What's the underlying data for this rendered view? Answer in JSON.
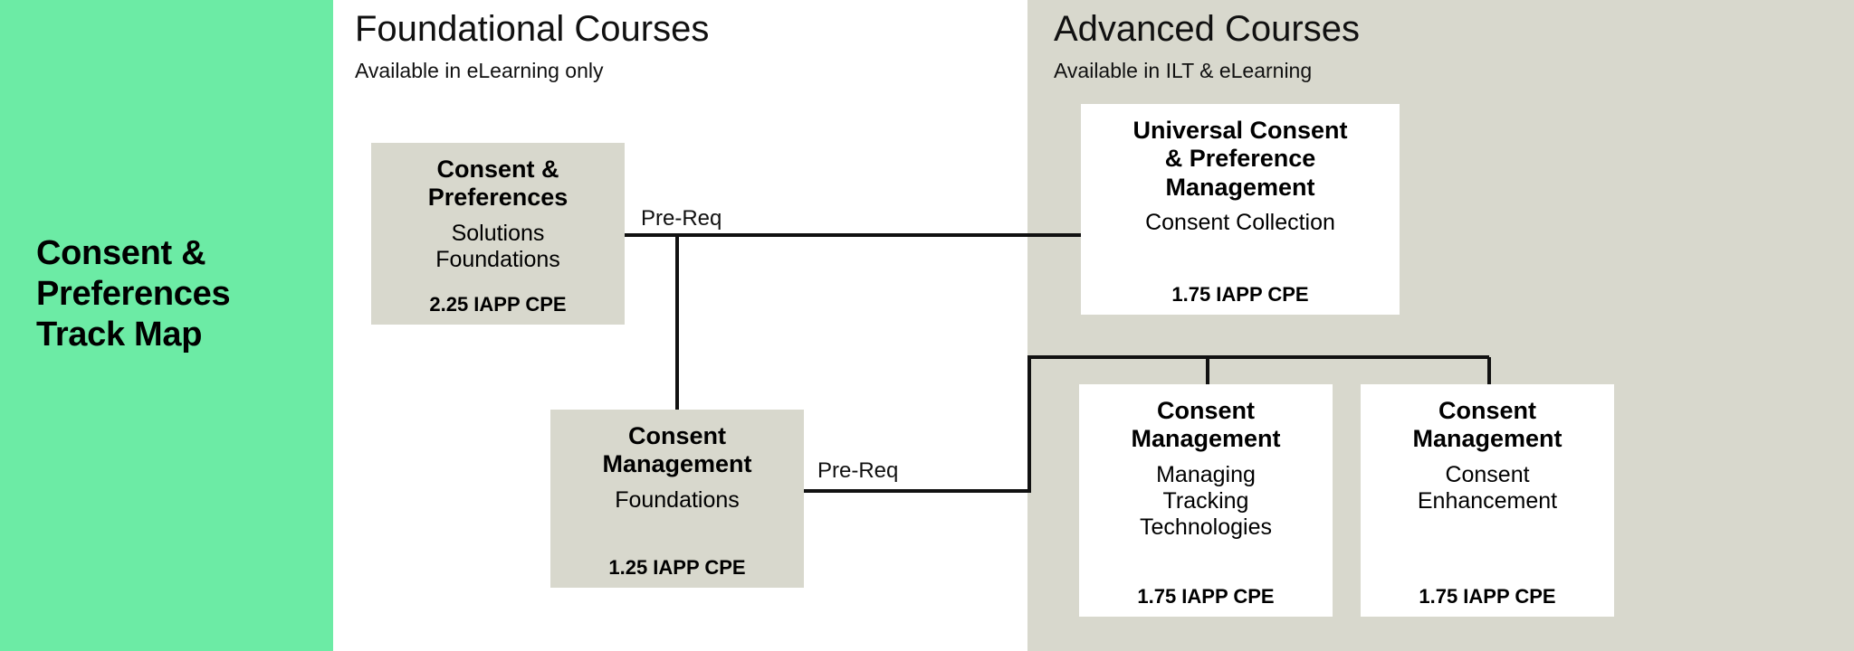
{
  "title_panel": {
    "title": "Consent &\nPreferences\nTrack Map",
    "background_color": "#6CEBA5"
  },
  "columns": [
    {
      "id": "foundational",
      "title": "Foundational Courses",
      "subtitle": "Available in eLearning only",
      "background_color": "#FFFFFF"
    },
    {
      "id": "advanced",
      "title": "Advanced Courses",
      "subtitle": "Available in ILT & eLearning",
      "background_color": "#D8D8CD"
    }
  ],
  "courses": [
    {
      "id": "cp-foundations",
      "column": "foundational",
      "title": "Consent &\nPreferences",
      "subtitle": "Solutions\nFoundations",
      "cpe": "2.25 IAPP CPE",
      "box_color": "#D8D8CD"
    },
    {
      "id": "cm-foundations",
      "column": "foundational",
      "title": "Consent\nManagement",
      "subtitle": "Foundations",
      "cpe": "1.25 IAPP CPE",
      "box_color": "#D8D8CD"
    },
    {
      "id": "ucpm",
      "column": "advanced",
      "title": "Universal Consent\n& Preference\nManagement",
      "subtitle": "Consent Collection",
      "cpe": "1.75 IAPP CPE",
      "box_color": "#FFFFFF"
    },
    {
      "id": "cm-tracking",
      "column": "advanced",
      "title": "Consent\nManagement",
      "subtitle": "Managing\nTracking\nTechnologies",
      "cpe": "1.75 IAPP CPE",
      "box_color": "#FFFFFF"
    },
    {
      "id": "cm-enhancement",
      "column": "advanced",
      "title": "Consent\nManagement",
      "subtitle": "Consent\nEnhancement",
      "cpe": "1.75 IAPP CPE",
      "box_color": "#FFFFFF"
    }
  ],
  "connections": [
    {
      "id": "prereq-1",
      "label": "Pre-Req",
      "from": "cp-foundations",
      "to": [
        "ucpm",
        "cm-foundations"
      ]
    },
    {
      "id": "prereq-2",
      "label": "Pre-Req",
      "from": "cm-foundations",
      "to": [
        "cm-tracking",
        "cm-enhancement"
      ]
    }
  ],
  "line_color": "#111111"
}
